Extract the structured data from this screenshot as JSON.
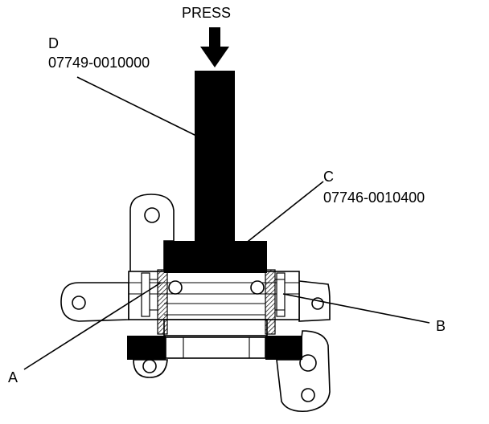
{
  "labels": {
    "press": "PRESS",
    "tool_d_letter": "D",
    "tool_d_number": "07749-0010000",
    "tool_c_letter": "C",
    "tool_c_number": "07746-0010400",
    "part_a": "A",
    "part_b": "B"
  },
  "colors": {
    "ink": "#000000",
    "paper": "#ffffff"
  },
  "icons": {
    "press_arrow": "arrow-down-icon"
  }
}
